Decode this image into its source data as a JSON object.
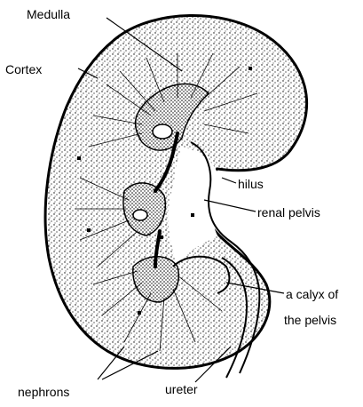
{
  "labels": {
    "medulla": "Medulla",
    "cortex": "Cortex",
    "hilus": "hilus",
    "renal_pelvis": "renal pelvis",
    "calyx_line1": "a calyx of",
    "calyx_line2": "the pelvis",
    "nephrons": "nephrons",
    "ureter": "ureter"
  },
  "colors": {
    "ink": "#000000",
    "paper": "#ffffff"
  }
}
